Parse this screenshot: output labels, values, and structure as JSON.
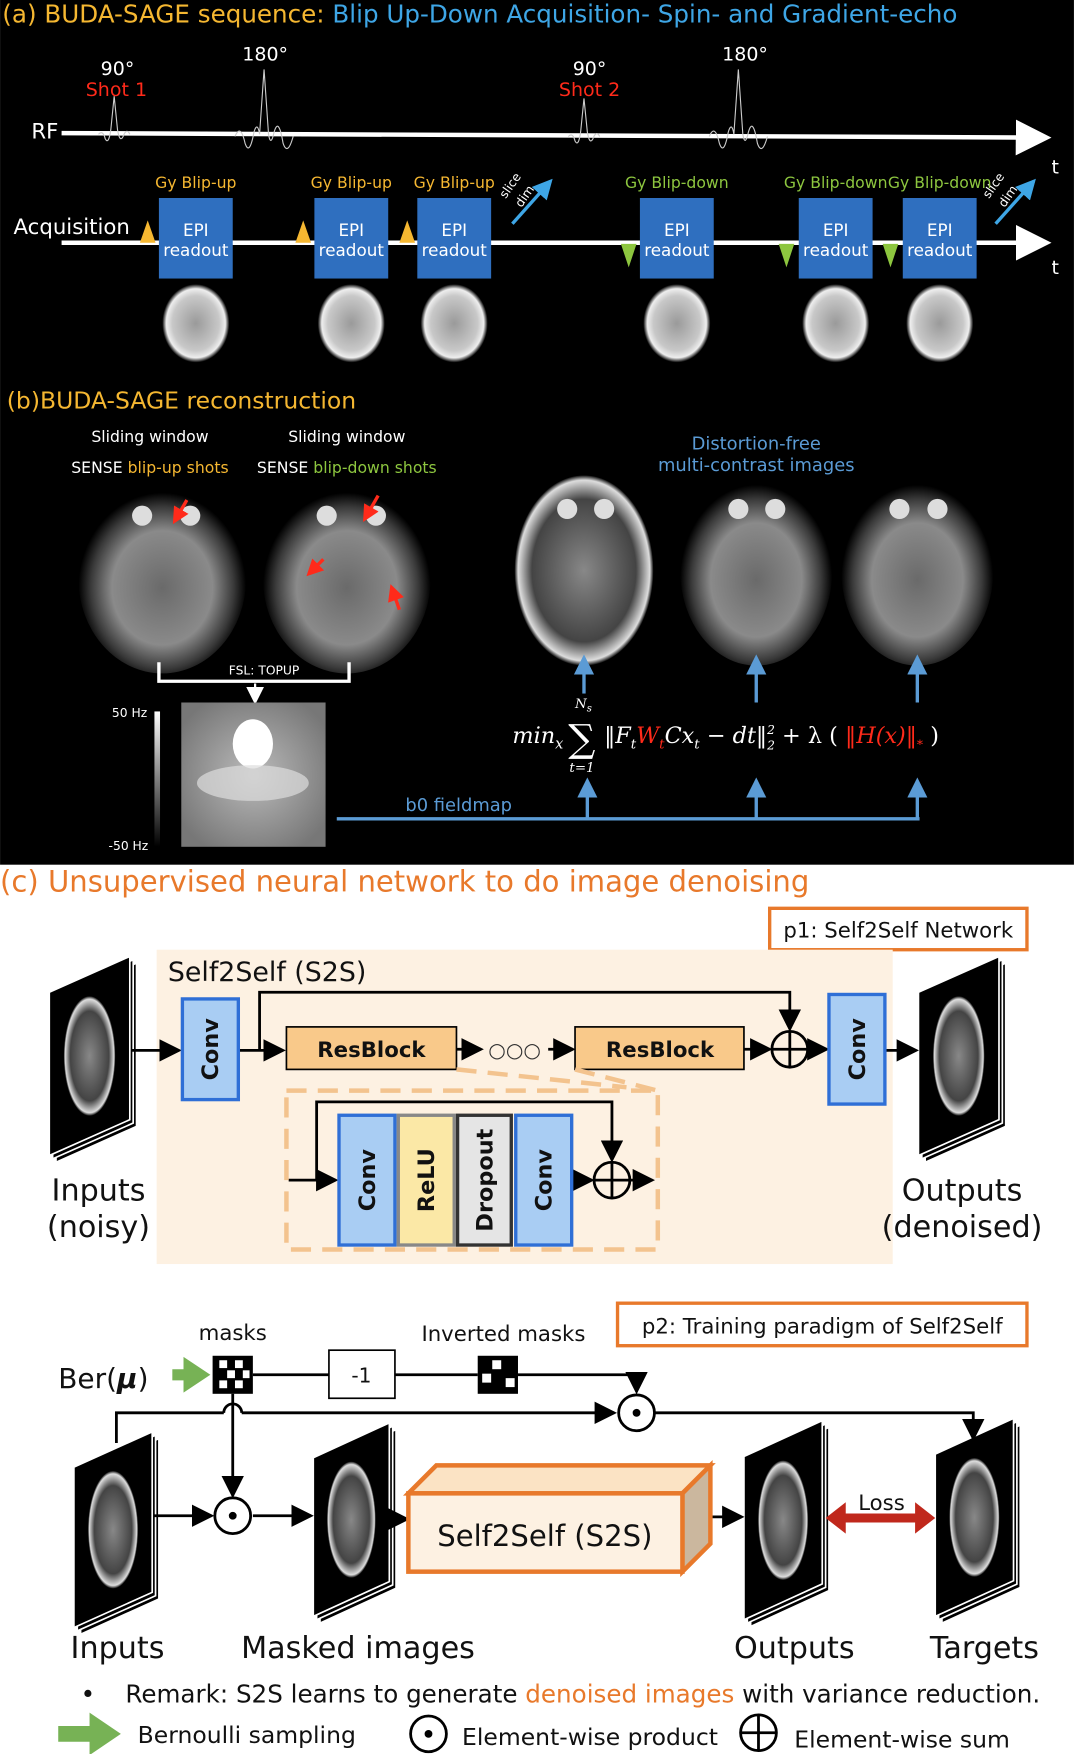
{
  "colors": {
    "orange": "#f5b731",
    "blue": "#3ea6e6",
    "green": "#8dc63f",
    "red": "#ff2a1a",
    "accent_orange": "#e8792b",
    "epi_blue": "#2f6fbf"
  },
  "panel_a": {
    "title_prefix": "(a) BUDA-SAGE sequence:",
    "title_suffix": " Blip Up-Down Acquisition- Spin- and Gradient-echo",
    "rf_label": "RF",
    "acq_label": "Acquisition",
    "t_label": "t",
    "pulses": [
      {
        "angle": "90°",
        "shot": "Shot 1"
      },
      {
        "angle": "180°"
      },
      {
        "angle": "90°",
        "shot": "Shot 2"
      },
      {
        "angle": "180°"
      }
    ],
    "readouts": [
      {
        "label": "Gy Blip-up",
        "epi": "EPI",
        "readout": "readout"
      },
      {
        "label": "Gy Blip-up",
        "epi": "EPI",
        "readout": "readout"
      },
      {
        "label": "Gy Blip-up",
        "epi": "EPI",
        "readout": "readout"
      },
      {
        "label": "Gy Blip-down",
        "epi": "EPI",
        "readout": "readout"
      },
      {
        "label": "Gy Blip-down",
        "epi": "EPI",
        "readout": "readout"
      },
      {
        "label": "Gy Blip-down",
        "epi": "EPI",
        "readout": "readout"
      }
    ],
    "slice_dim": [
      "slice",
      "dim"
    ]
  },
  "panel_b": {
    "title": "(b)BUDA-SAGE reconstruction",
    "sliding_window": "Sliding window",
    "sense": "SENSE ",
    "blip_up_shots": "blip-up shots",
    "blip_down_shots": "blip-down shots",
    "distortion_free": "Distortion-free",
    "multi_contrast": "multi-contrast images",
    "topup": "FSL: TOPUP",
    "colorbar_max": "50 Hz",
    "colorbar_min": "-50 Hz",
    "b0_fieldmap": "b0 fieldmap",
    "equation": {
      "min": "min",
      "min_sub": "x",
      "sum_top": "N",
      "sum_top_sub": "s",
      "sum_bottom": "t=1",
      "sigma": "∑",
      "term1": "‖F",
      "t_sub": "t",
      "W": "W",
      "term2": "Cx",
      "term3": " − dt‖",
      "sq": "2",
      "norm_sub": "2",
      "plus": " + λ ( ",
      "H": "‖H(x)‖",
      "star": "*",
      "close": " )"
    }
  },
  "panel_c": {
    "title": "(c) Unsupervised neural network to do image denoising",
    "p1_label": "p1: Self2Self Network",
    "s2s_title": "Self2Self (S2S)",
    "conv": "Conv",
    "relu": "ReLU",
    "dropout": "Dropout",
    "resblock": "ResBlock",
    "dots": "○○○",
    "inputs": "Inputs",
    "noisy": "(noisy)",
    "outputs": "Outputs",
    "denoised": "(denoised)",
    "p2_label": "p2: Training paradigm of Self2Self",
    "masks": "masks",
    "inverted_masks": "Inverted masks",
    "bernoulli": "Ber(",
    "mu": "μ",
    "bernoulli_close": ")",
    "minus_one": "-1",
    "s2s_box": "Self2Self (S2S)",
    "loss": "Loss",
    "inputs2": "Inputs",
    "masked_images": "Masked images",
    "outputs2": "Outputs",
    "targets": "Targets",
    "bullet": "•",
    "remark_a": "Remark: S2S learns to generate ",
    "remark_highlight": "denoised images",
    "remark_b": " with variance reduction.",
    "legend": {
      "bernoulli": "Bernoulli sampling",
      "product": "Element-wise product",
      "sum": "Element-wise sum"
    }
  }
}
